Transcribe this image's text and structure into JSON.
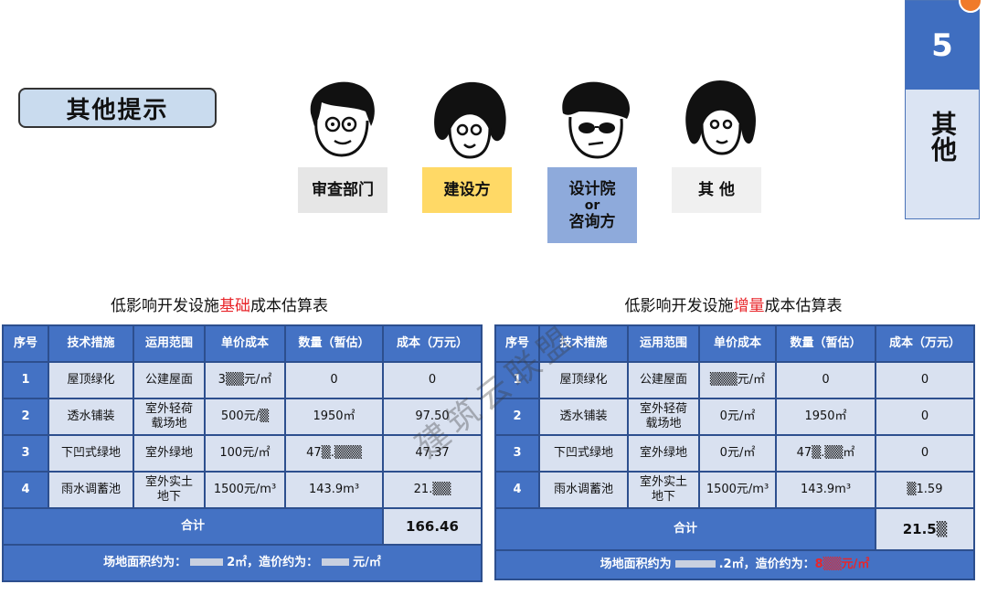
{
  "section_title": "其他提示",
  "side_tab": {
    "number": "5",
    "label": "其他"
  },
  "roles": [
    {
      "label": "审查部门",
      "bg": "#e6e6e6"
    },
    {
      "label": "建设方",
      "bg": "#ffd966"
    },
    {
      "label_lines": [
        "设计院",
        "or",
        "咨询方"
      ],
      "bg": "#8eaadb"
    },
    {
      "label": "其 他",
      "bg": "#f0f0f0"
    }
  ],
  "watermark": "建筑云联盟",
  "table_left": {
    "title_pre": "低影响开发设施",
    "title_hl": "基础",
    "title_post": "成本估算表",
    "headers": [
      "序号",
      "技术措施",
      "运用范围",
      "单价成本",
      "数量（暂估）",
      "成本（万元）"
    ],
    "rows": [
      [
        "1",
        "屋顶绿化",
        "公建屋面",
        "3▒▒元/㎡",
        "0",
        "0"
      ],
      [
        "2",
        "透水铺装",
        "室外轻荷载场地",
        "500元/▒",
        "1950㎡",
        "97.50"
      ],
      [
        "3",
        "下凹式绿地",
        "室外绿地",
        "100元/㎡",
        "47▒.▒▒▒",
        "47.37"
      ],
      [
        "4",
        "雨水调蓄池",
        "室外实土地下",
        "1500元/m³",
        "143.9m³",
        "21.▒▒"
      ]
    ],
    "total_label": "合计",
    "total_value": "166.46",
    "footer_a": "场地面积约为：",
    "footer_b": "2㎡，造价约为：",
    "footer_c": "元/㎡"
  },
  "table_right": {
    "title_pre": "低影响开发设施",
    "title_hl": "增量",
    "title_post": "成本估算表",
    "headers": [
      "序号",
      "技术措施",
      "运用范围",
      "单价成本",
      "数量（暂估）",
      "成本（万元）"
    ],
    "rows": [
      [
        "1",
        "屋顶绿化",
        "公建屋面",
        "▒▒▒元/㎡",
        "0",
        "0"
      ],
      [
        "2",
        "透水铺装",
        "室外轻荷载场地",
        "0元/㎡",
        "1950㎡",
        "0"
      ],
      [
        "3",
        "下凹式绿地",
        "室外绿地",
        "0元/㎡",
        "47▒.▒▒㎡",
        "0"
      ],
      [
        "4",
        "雨水调蓄池",
        "室外实土地下",
        "1500元/m³",
        "143.9m³",
        "▒1.59"
      ]
    ],
    "total_label": "合计",
    "total_value": "21.5▒",
    "footer_a": "场地面积约为",
    "footer_b": ".2㎡，造价约为：",
    "footer_c": "8▒▒元/㎡"
  }
}
